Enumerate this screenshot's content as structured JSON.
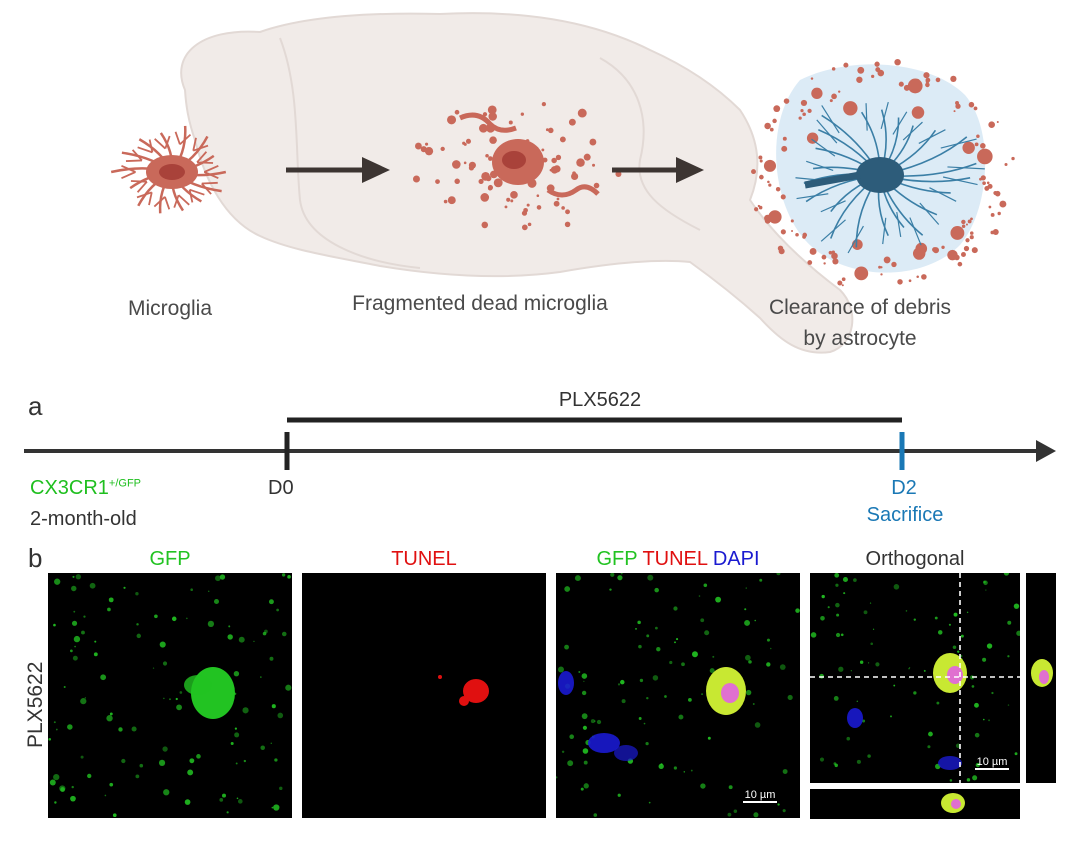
{
  "schematic": {
    "labels": {
      "microglia": "Microglia",
      "fragmented": "Fragmented dead microglia",
      "clearance_line1": "Clearance of debris",
      "clearance_line2": "by astrocyte"
    },
    "colors": {
      "brain": "#f1ebe8",
      "brain_edge": "#e2d9d5",
      "microglia": "#c9695a",
      "astrocyte": "#2d5c7a",
      "arrow": "#3d3532"
    }
  },
  "panel_a": {
    "letter": "a",
    "drug": "PLX5622",
    "mouse_line": "CX3CR1",
    "mouse_superscript": "+/GFP",
    "age": "2-month-old",
    "start": "D0",
    "end": "D2",
    "end_event": "Sacrifice",
    "colors": {
      "mouse": "#1fbf1f",
      "end": "#1a78b5"
    }
  },
  "panel_b": {
    "letter": "b",
    "row_label": "PLX5622",
    "col_gfp": "GFP",
    "col_tunel": "TUNEL",
    "merge_gfp": "GFP",
    "merge_tunel": "TUNEL",
    "merge_dapi": "DAPI",
    "col_orthogonal": "Orthogonal",
    "scale_merge": "10 µm",
    "scale_ortho": "10 µm",
    "colors": {
      "gfp": "#22c322",
      "tunel": "#e01010",
      "dapi": "#1a1ad0"
    }
  }
}
